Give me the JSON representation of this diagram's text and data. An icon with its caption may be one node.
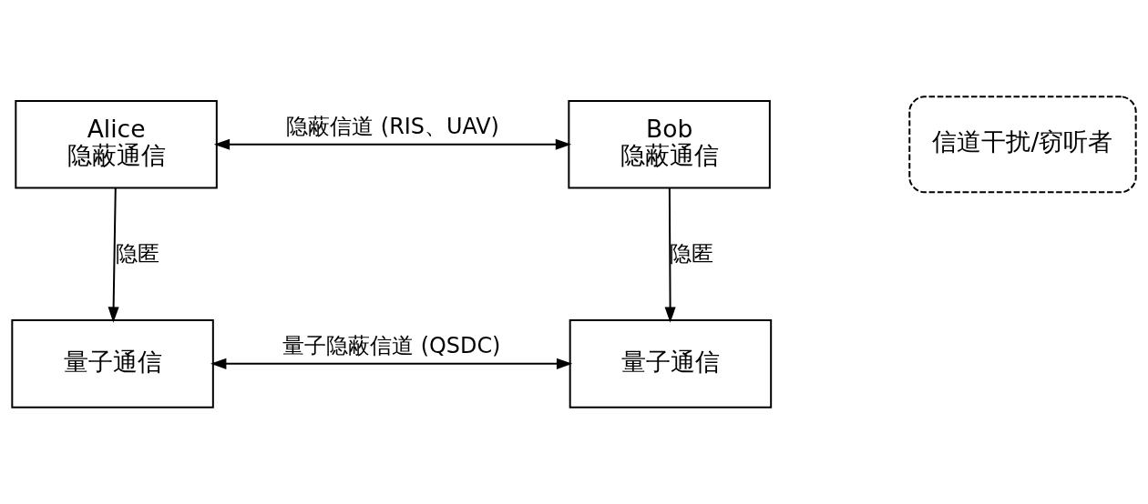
{
  "diagram": {
    "nodes": [
      {
        "text": [
          "Alice",
          "隐蔽通信"
        ]
      },
      {
        "text": [
          "Bob",
          "隐蔽通信"
        ]
      },
      {
        "text": [
          "信道干扰/窃听者"
        ]
      },
      {
        "text": [
          "量子通信"
        ]
      },
      {
        "text": [
          "量子通信"
        ]
      }
    ],
    "edges": [
      {
        "from": 0,
        "to": 1,
        "arrow": "both",
        "label": "隐蔽信道 (RIS、UAV)"
      },
      {
        "from": 0,
        "to": 3,
        "arrow": "to",
        "label": "隐匿"
      },
      {
        "from": 1,
        "to": 4,
        "arrow": "to",
        "label": "隐匿"
      },
      {
        "from": 3,
        "to": 4,
        "arrow": "both",
        "label": "量子隐蔽信道 (QSDC)"
      }
    ]
  }
}
